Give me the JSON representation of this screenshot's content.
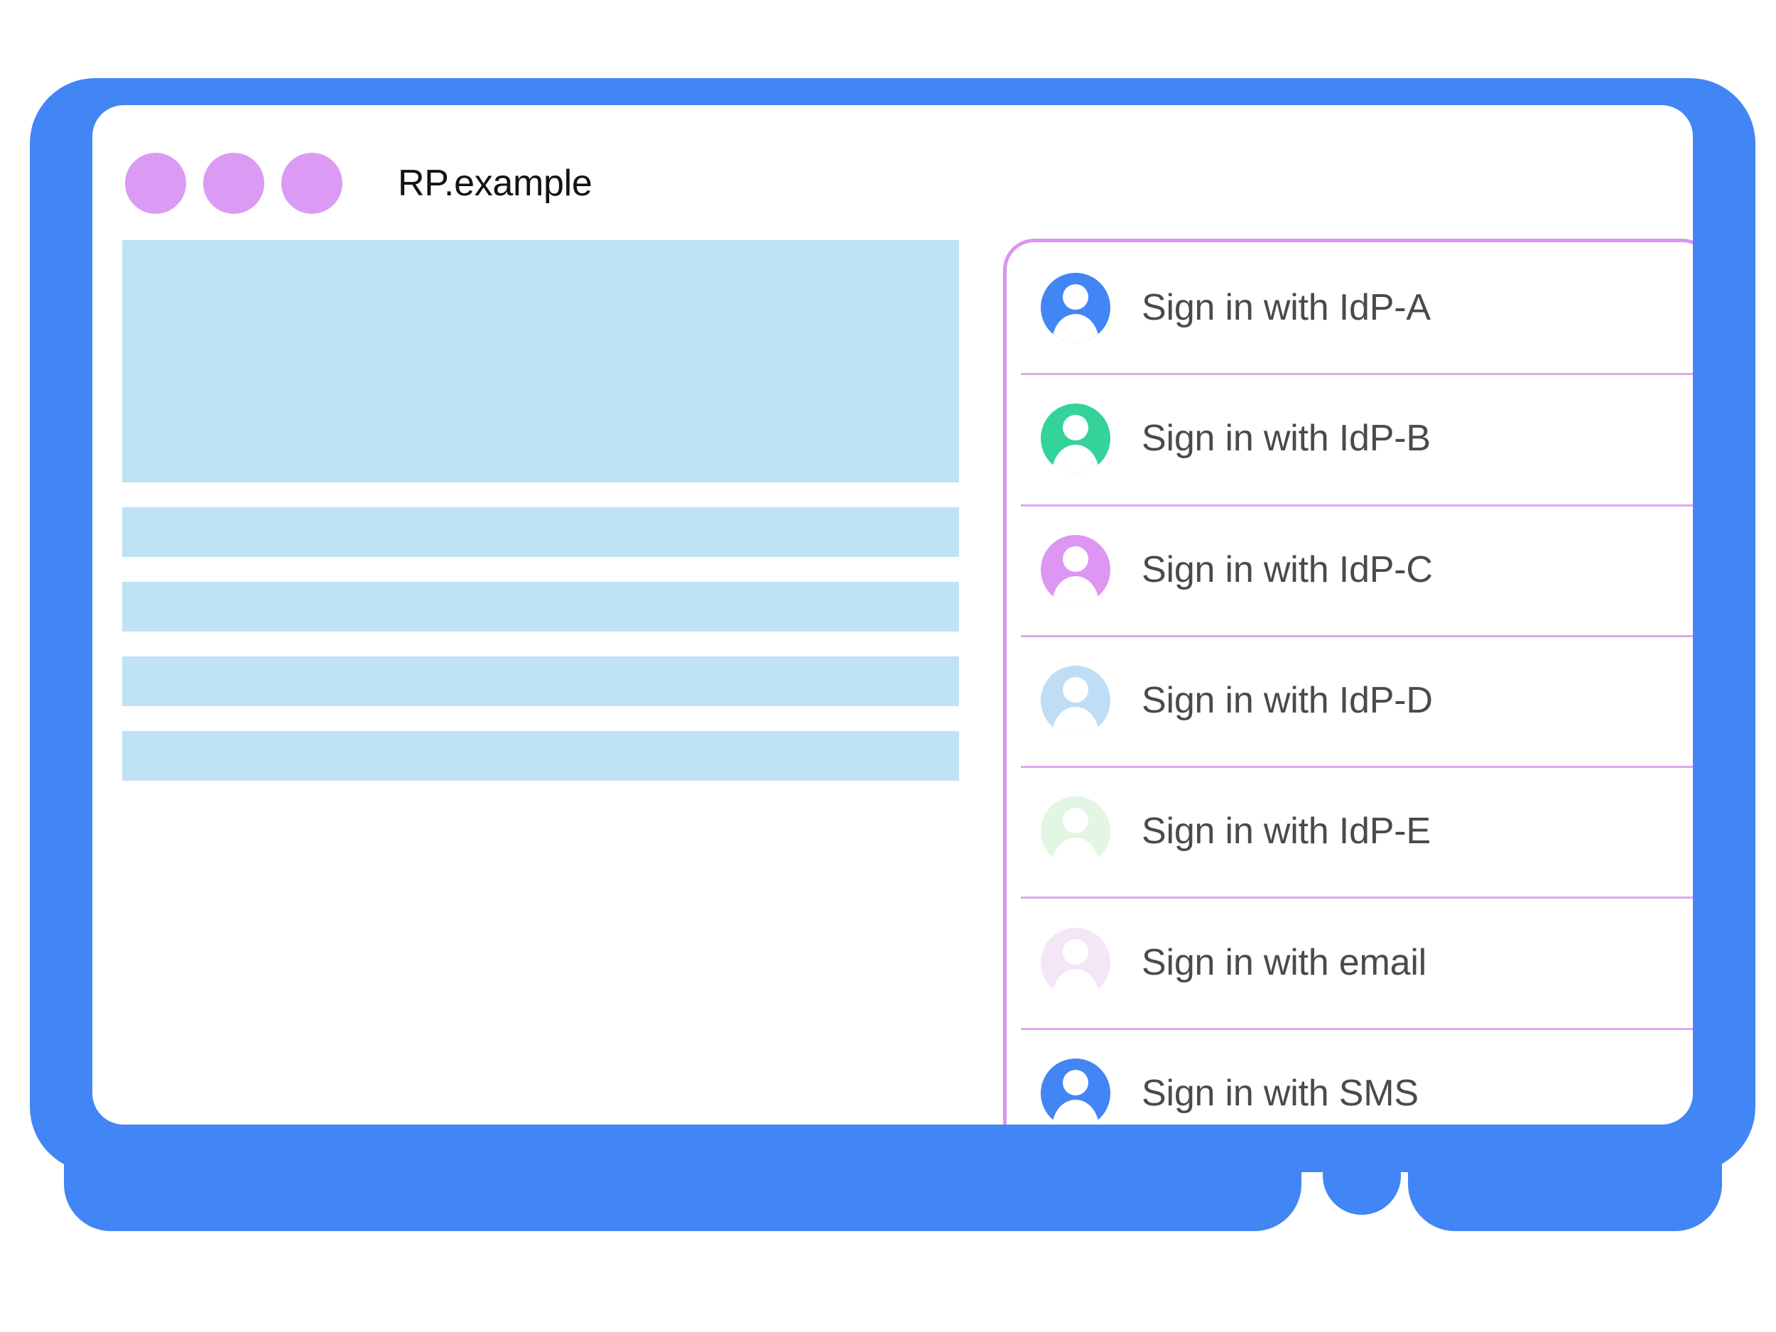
{
  "colors": {
    "frame_blue": "#4285F4",
    "screen_white": "#FFFFFF",
    "titlebar_dot": "#DB9BF5",
    "placeholder_blue": "#BFE2F5",
    "panel_border": "#DC94EE",
    "row_divider": "#DFA8EF",
    "label_text": "#4A4A4A",
    "title_text": "#131313"
  },
  "titlebar": {
    "title": "RP.example",
    "dots": [
      "window-dot-1",
      "window-dot-2",
      "window-dot-3"
    ]
  },
  "content_placeholders": [
    {
      "name": "hero-placeholder",
      "kind": "hero"
    },
    {
      "name": "text-bar-placeholder-1",
      "kind": "bar"
    },
    {
      "name": "text-bar-placeholder-2",
      "kind": "bar"
    },
    {
      "name": "text-bar-placeholder-3",
      "kind": "bar"
    },
    {
      "name": "text-bar-placeholder-4",
      "kind": "bar"
    }
  ],
  "account_panel": {
    "rows": [
      {
        "label": "Sign in with IdP-A",
        "avatar_color": "#4285F4",
        "icon": "person-avatar-icon"
      },
      {
        "label": "Sign in with IdP-B",
        "avatar_color": "#34D399",
        "icon": "person-avatar-icon"
      },
      {
        "label": "Sign in with IdP-C",
        "avatar_color": "#DD96F2",
        "icon": "person-avatar-icon"
      },
      {
        "label": "Sign in with IdP-D",
        "avatar_color": "#BFDEF5",
        "icon": "person-avatar-icon"
      },
      {
        "label": "Sign in with IdP-E",
        "avatar_color": "#E3F5E3",
        "icon": "person-avatar-icon"
      },
      {
        "label": "Sign in with email",
        "avatar_color": "#F2E6F7",
        "icon": "person-avatar-icon"
      },
      {
        "label": "Sign in with SMS",
        "avatar_color": "#4285F4",
        "icon": "person-avatar-icon"
      }
    ]
  },
  "device": {
    "home_button": "home-button"
  }
}
